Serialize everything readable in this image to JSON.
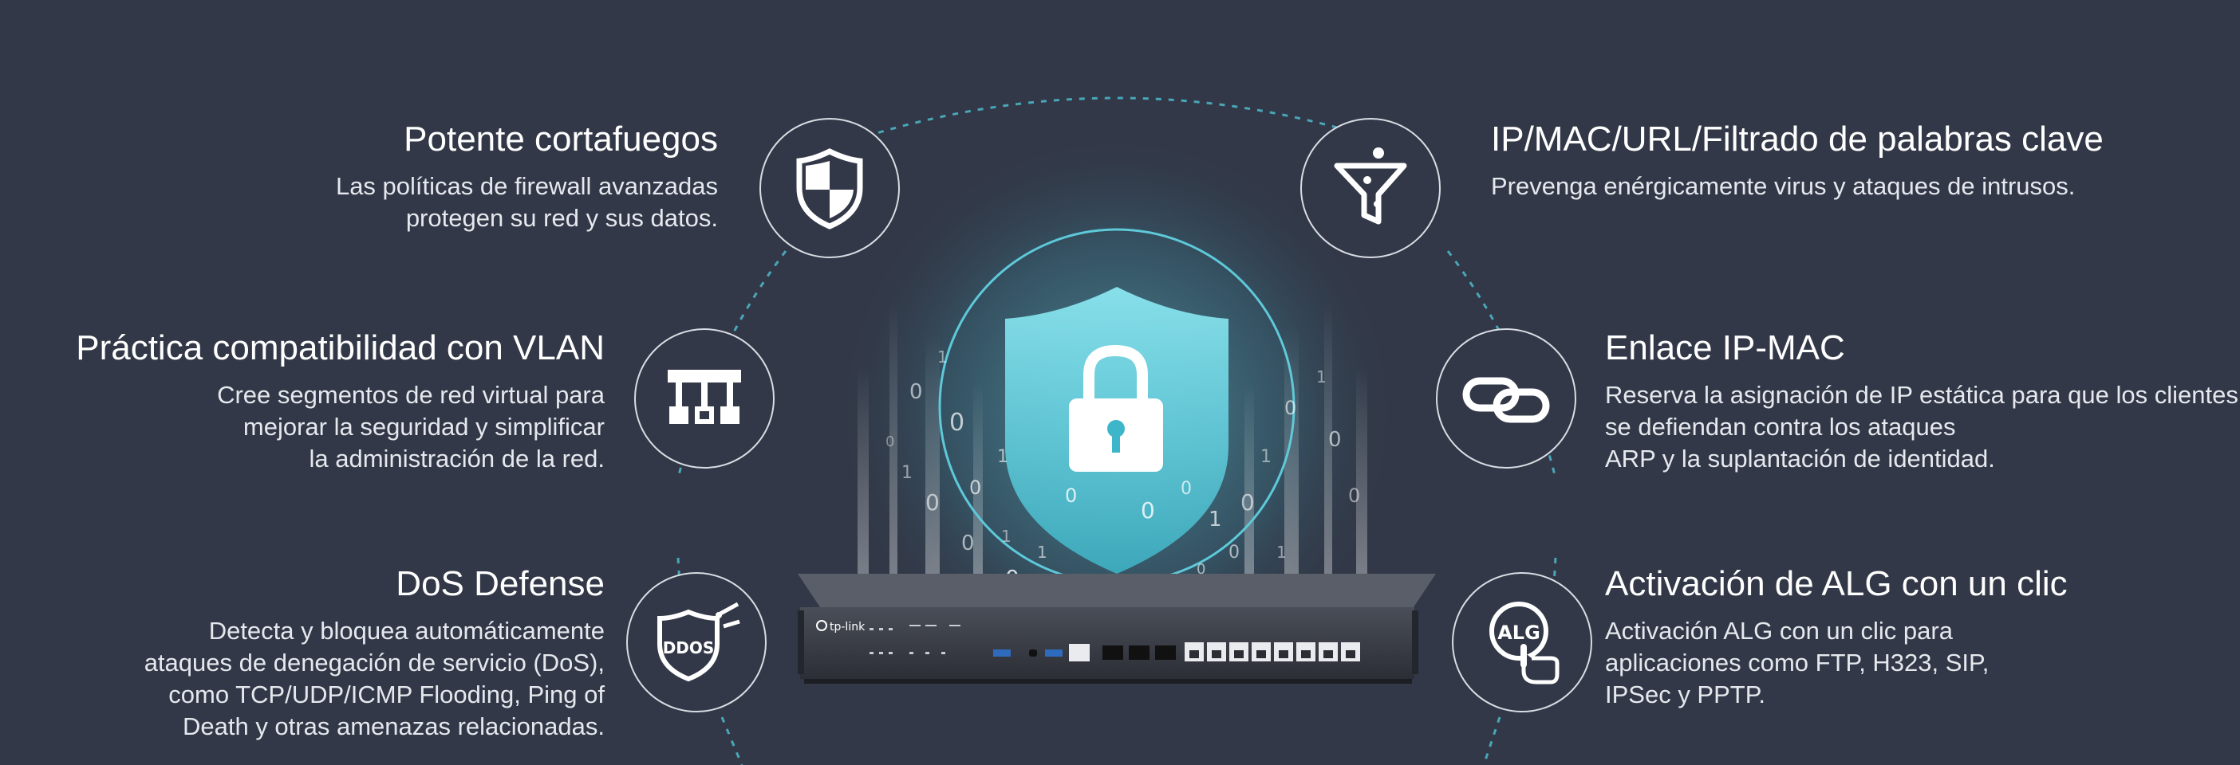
{
  "colors": {
    "background": "#323847",
    "accent": "#4fc3d6",
    "text": "#ffffff"
  },
  "brand": {
    "logo_text": "tp-link"
  },
  "features": {
    "firewall": {
      "title": "Potente cortafuegos",
      "lines": [
        "Las políticas de firewall avanzadas",
        "protegen su red y sus datos."
      ],
      "icon": "shield-icon"
    },
    "vlan": {
      "title": "Práctica compatibilidad con VLAN",
      "lines": [
        "Cree segmentos de red virtual para",
        "mejorar la seguridad y simplificar",
        "la administración de la red."
      ],
      "icon": "vlan-network-icon"
    },
    "dos": {
      "title": "DoS Defense",
      "lines": [
        "Detecta y bloquea automáticamente",
        "ataques de denegación de servicio (DoS),",
        "como TCP/UDP/ICMP Flooding, Ping of",
        "Death y otras amenazas relacionadas."
      ],
      "icon": "ddos-shield-icon",
      "icon_label": "DDOS"
    },
    "filter": {
      "title": "IP/MAC/URL/Filtrado de palabras clave",
      "lines": [
        "Prevenga enérgicamente virus y ataques de intrusos."
      ],
      "icon": "filter-funnel-icon"
    },
    "ipmac": {
      "title": "Enlace IP-MAC",
      "lines": [
        "Reserva la asignación de IP estática para que los clientes",
        "se defiendan contra los ataques",
        "ARP y la suplantación de identidad."
      ],
      "icon": "chain-link-icon"
    },
    "alg": {
      "title": "Activación de ALG con un clic",
      "lines": [
        "Activación ALG con un clic para",
        "aplicaciones como FTP, H323, SIP,",
        "IPSec y PPTP."
      ],
      "icon": "alg-touch-icon",
      "icon_label": "ALG"
    }
  }
}
